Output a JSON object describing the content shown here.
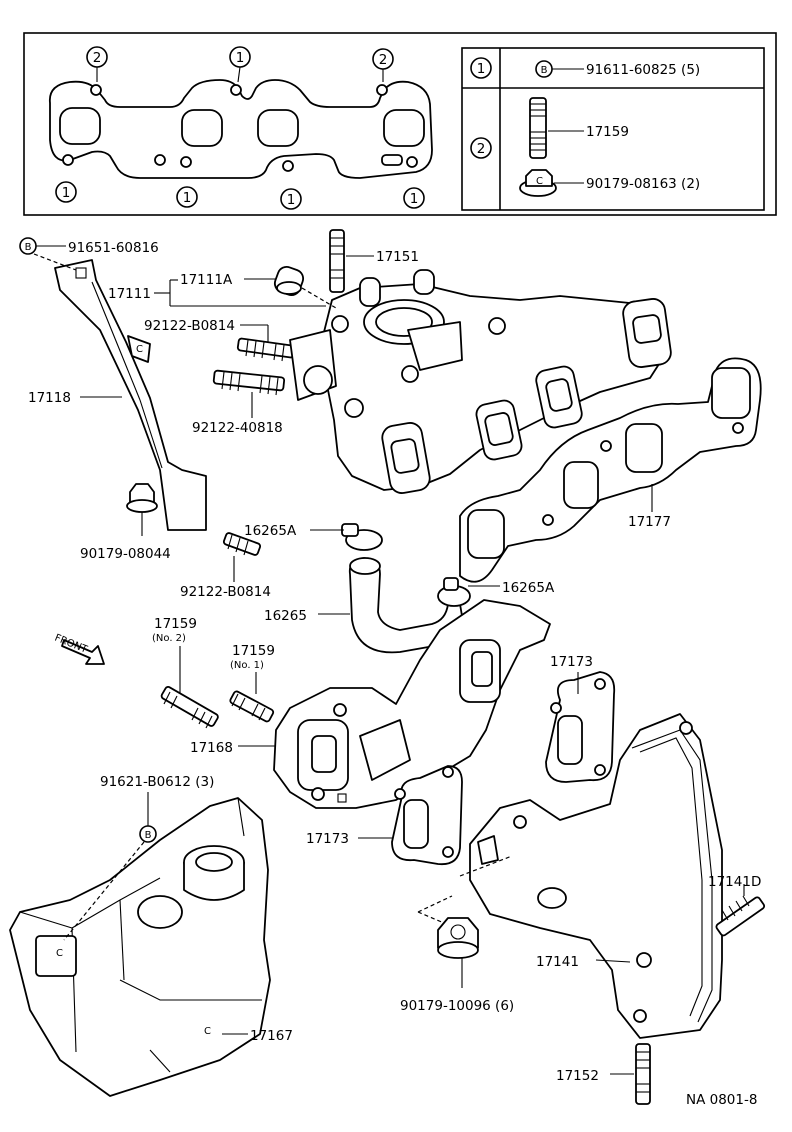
{
  "labels": {
    "b_91651": "91651-60816",
    "p_17151": "17151",
    "p_17111A": "17111A",
    "p_17111": "17111",
    "p_92122_B0814_top": "92122-B0814",
    "p_17118": "17118",
    "p_92122_40818": "92122-40818",
    "p_90179_08044": "90179-08044",
    "p_16265A_upper": "16265A",
    "p_92122_B0814_low": "92122-B0814",
    "p_17177": "17177",
    "p_16265A_lower": "16265A",
    "p_16265": "16265",
    "p_17159_no2": "17159",
    "p_17159_no2_note": "(No. 2)",
    "p_17159_no1": "17159",
    "p_17159_no1_note": "(No. 1)",
    "p_17173_upper": "17173",
    "p_17168": "17168",
    "p_91621": "91621-B0612 (3)",
    "p_17173_lower": "17173",
    "p_17141D": "17141D",
    "p_17141": "17141",
    "p_90179_10096": "90179-10096 (6)",
    "p_17167": "17167",
    "p_17152": "17152",
    "front": "FRONT",
    "ref_code": "NA  0801-8"
  },
  "gasket_inset": {
    "callout_2": "2",
    "callout_1": "1"
  },
  "legend_table": {
    "row1_key": "1",
    "row1_marker": "B",
    "row1_part": "91611-60825 (5)",
    "row2_key": "2",
    "row2_part_a": "17159",
    "row2_part_b": "90179-08163 (2)"
  },
  "markers": {
    "b": "B",
    "c": "C"
  }
}
